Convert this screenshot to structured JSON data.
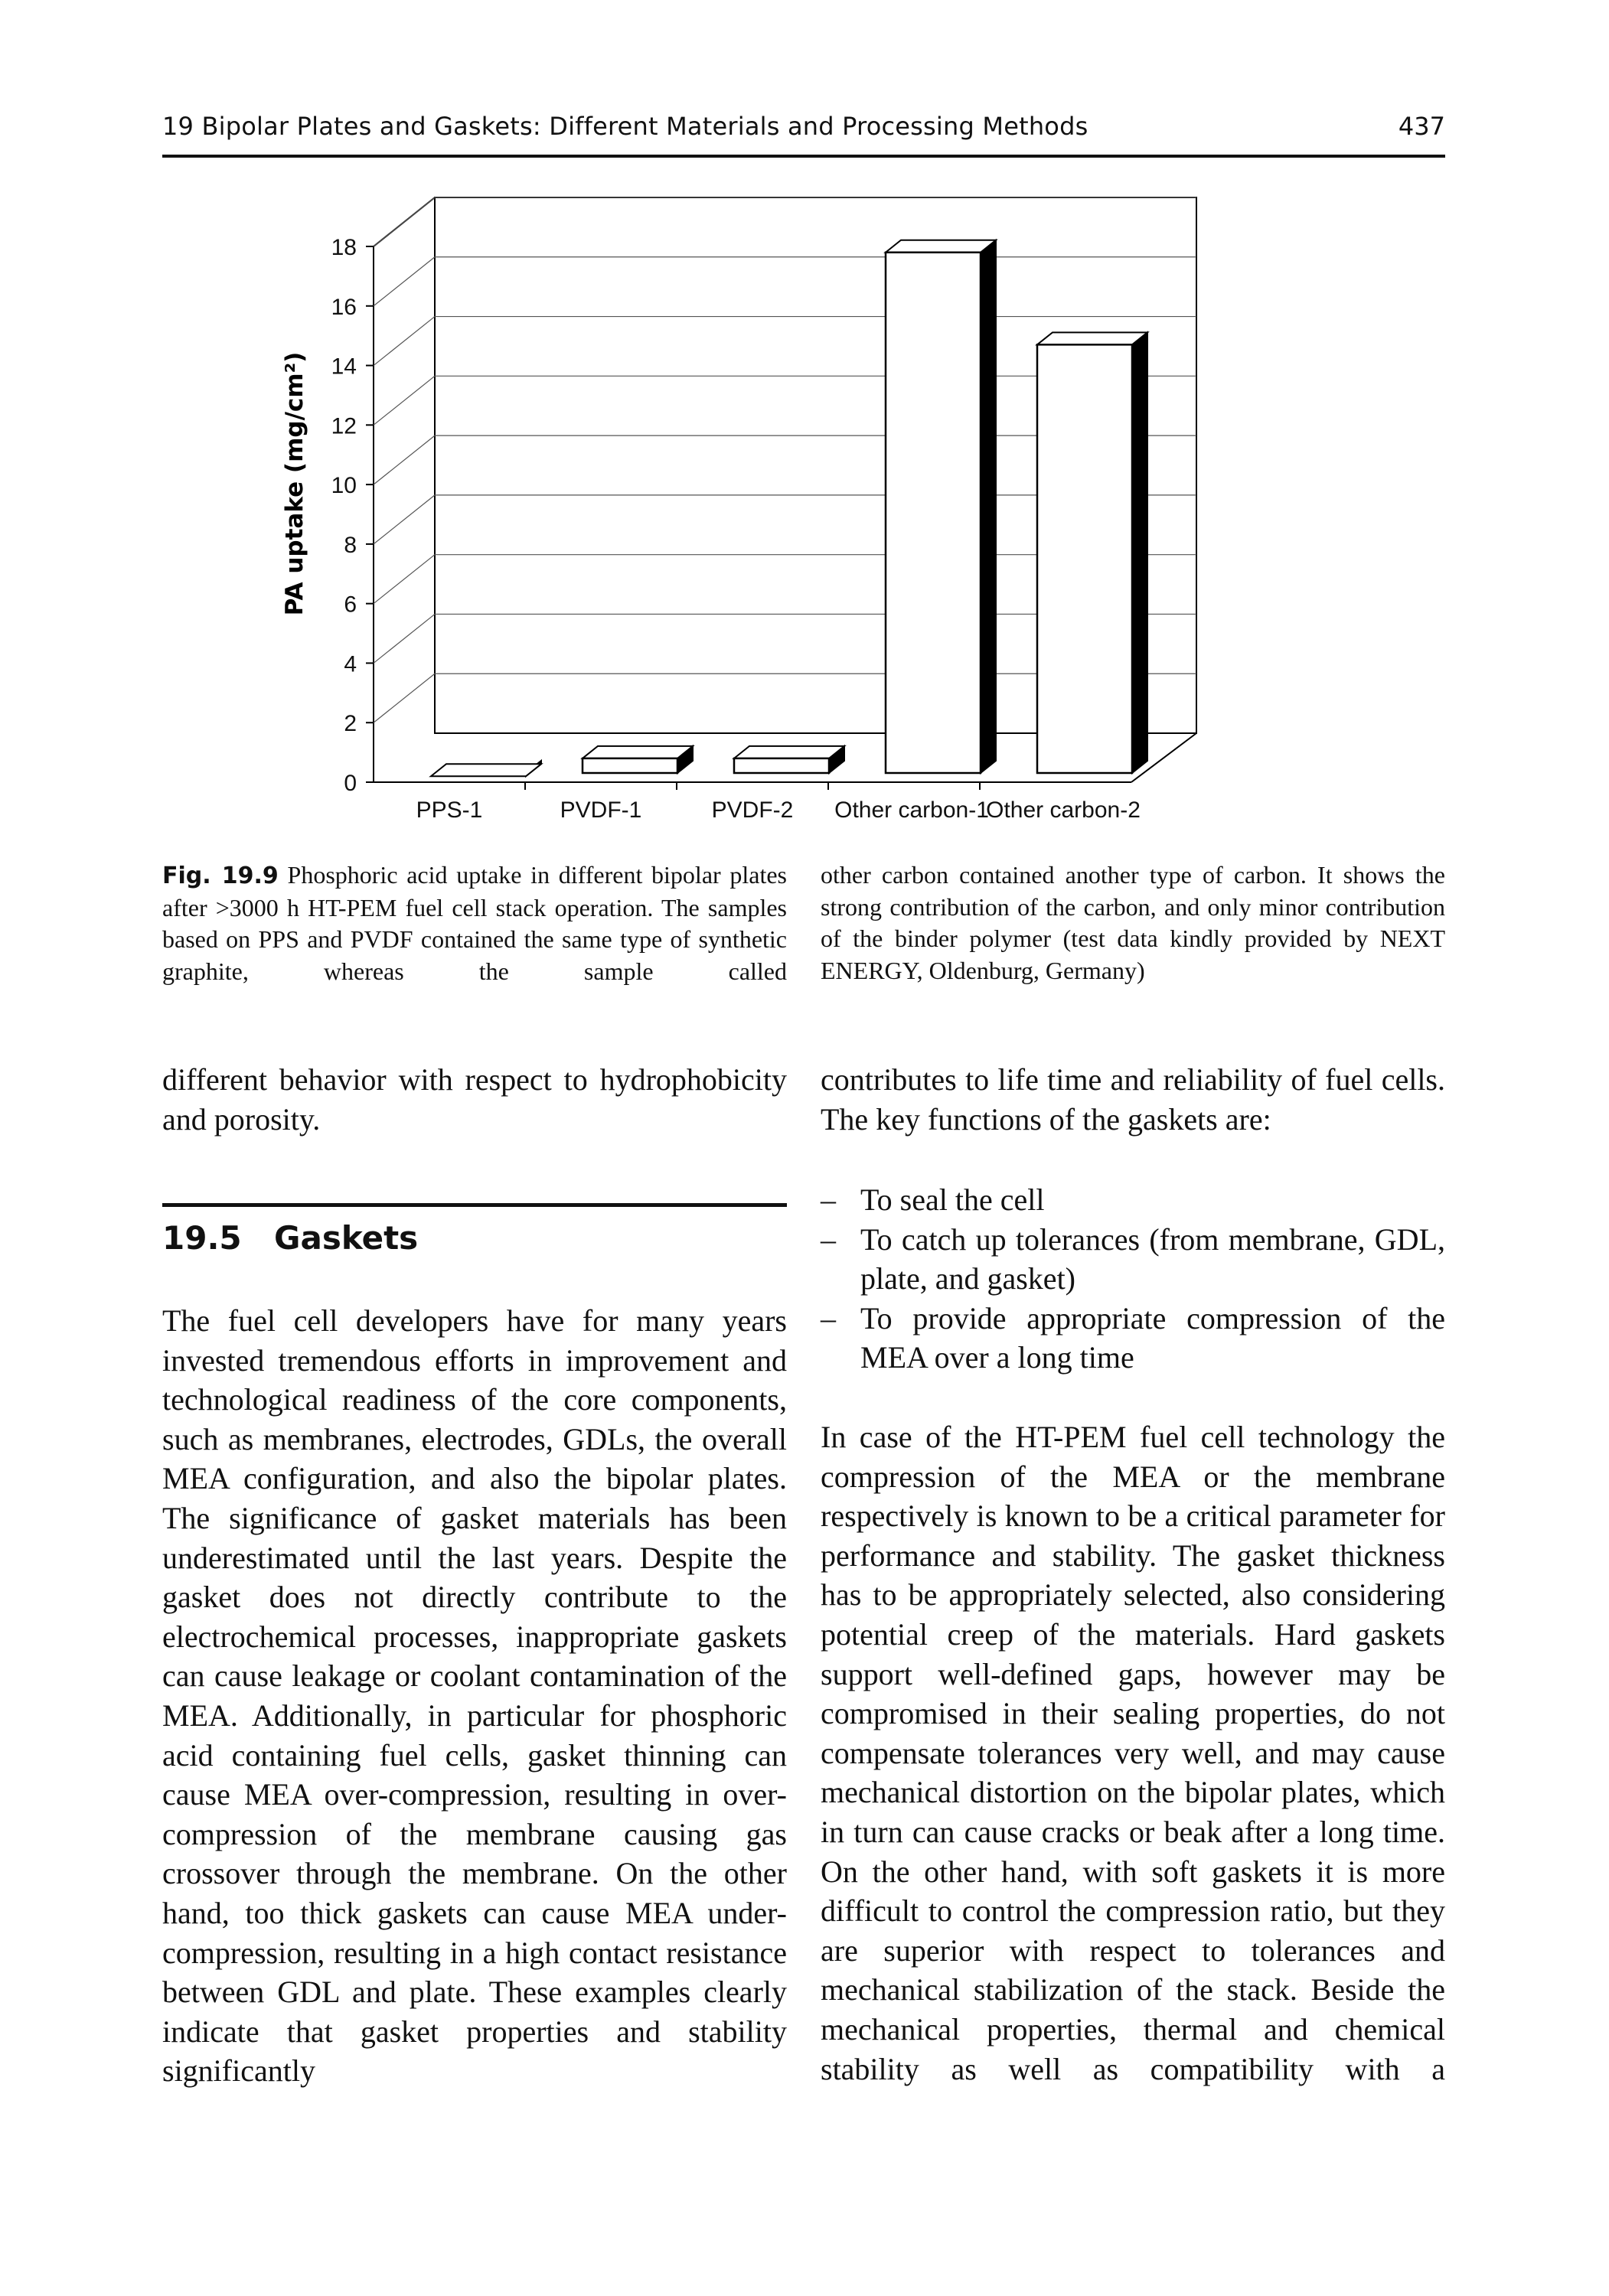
{
  "header": {
    "running_title": "19   Bipolar Plates and Gaskets: Different Materials and Processing Methods",
    "page_number": "437"
  },
  "figure": {
    "caption_label": "Fig. 19.9",
    "caption_left": "Phosphoric acid uptake in different bipolar plates after >3000 h HT-PEM fuel cell stack operation. The samples based on PPS and PVDF contained the same type of synthetic graphite, whereas the sample called",
    "caption_right": "other carbon contained another type of carbon. It shows the strong contribution of the carbon, and only minor contribution of the binder polymer (test data kindly provided by NEXT ENERGY, Oldenburg, Germany)"
  },
  "chart_data": {
    "type": "bar",
    "style": "3d",
    "categories": [
      "PPS-1",
      "PVDF-1",
      "PVDF-2",
      "Other carbon-1",
      "Other carbon-2"
    ],
    "values": [
      0.2,
      0.8,
      0.8,
      17.8,
      14.7
    ],
    "ylabel": "PA uptake (mg/cm²)",
    "xlabel": "",
    "ylim": [
      0,
      18
    ],
    "yticks": [
      "0",
      "2",
      "4",
      "6",
      "8",
      "10",
      "12",
      "14",
      "16",
      "18"
    ],
    "grid": true,
    "legend": "none",
    "colors": {
      "bar_face": "#ffffff",
      "bar_side": "#000000",
      "axis": "#000000",
      "grid": "#555555"
    }
  },
  "body": {
    "left_top": "different behavior with respect to hydrophobicity and porosity.",
    "right_top": "contributes to life time and reliability of fuel cells. The key functions of the gaskets are:",
    "section_number": "19.5",
    "section_title": "Gaskets",
    "left_main": "The fuel cell developers have for many years invested tremendous efforts in improvement and technological readiness of the core components, such as membranes, electrodes, GDLs, the overall MEA configuration, and also the bipolar plates. The significance of gasket materials has been underestimated until the last years. Despite the gasket does not directly contribute to the electrochemical processes, inappropriate gaskets can cause leakage or coolant contamination of the MEA. Additionally, in particular for phosphoric acid containing fuel cells, gasket thinning can cause MEA over-compression, resulting in over-compression of the membrane causing gas crossover through the membrane. On the other hand, too thick gaskets can cause MEA under-compression, resulting in a high contact resistance between GDL and plate. These examples clearly indicate that gasket properties and stability significantly",
    "bullet_marker": "–",
    "bullets": [
      "To seal the cell",
      "To catch up tolerances (from membrane, GDL, plate, and gasket)",
      "To provide appropriate compression of the MEA over a long time"
    ],
    "right_main": "In case of the HT-PEM fuel cell technology the compression of the MEA or the membrane respectively is known to be a critical parameter for performance and stability. The gasket thickness has to be appropriately selected, also considering potential creep of the materials. Hard gaskets support well-defined gaps, however may be compromised in their sealing properties, do not compensate tolerances very well, and may cause mechanical distortion on the bipolar plates, which in turn can cause cracks or beak after a long time. On the other hand, with soft gaskets it is more difficult to control the compression ratio, but they are superior with respect to tolerances and mechanical stabilization of the stack. Beside the mechanical properties, thermal and chemical stability as well as compatibility with a"
  }
}
